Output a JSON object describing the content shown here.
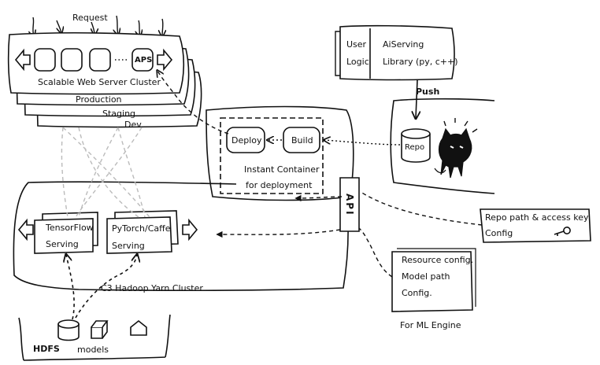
{
  "labels": {
    "request": "Request",
    "aps": "APS",
    "scalable_web_cluster": "Scalable Web Server Cluster",
    "production": "Production",
    "staging": "Staging",
    "dev": "Dev",
    "deploy": "Deploy",
    "build": "Build",
    "instant_container": "Instant Container",
    "for_deployment": "for deployment",
    "api": "API",
    "user": "User",
    "logic": "Logic",
    "aiserving": "AiServing",
    "library": "Library (py, c++)",
    "push": "Push",
    "repo": "Repo",
    "repo_path_access": "Repo path & access key",
    "config": "Config",
    "tensorflow": "TensorFlow",
    "serving": "Serving",
    "pytorch_caffe": "PyTorch/Caffe",
    "serving2": "Serving",
    "hadoop_cluster": "C3 Hadoop Yarn Cluster",
    "resource_config": "Resource config.",
    "model_path": "Model path",
    "config2": "Config.",
    "for_ml_engine": "For ML Engine",
    "hdfs": "HDFS",
    "models": "models"
  }
}
